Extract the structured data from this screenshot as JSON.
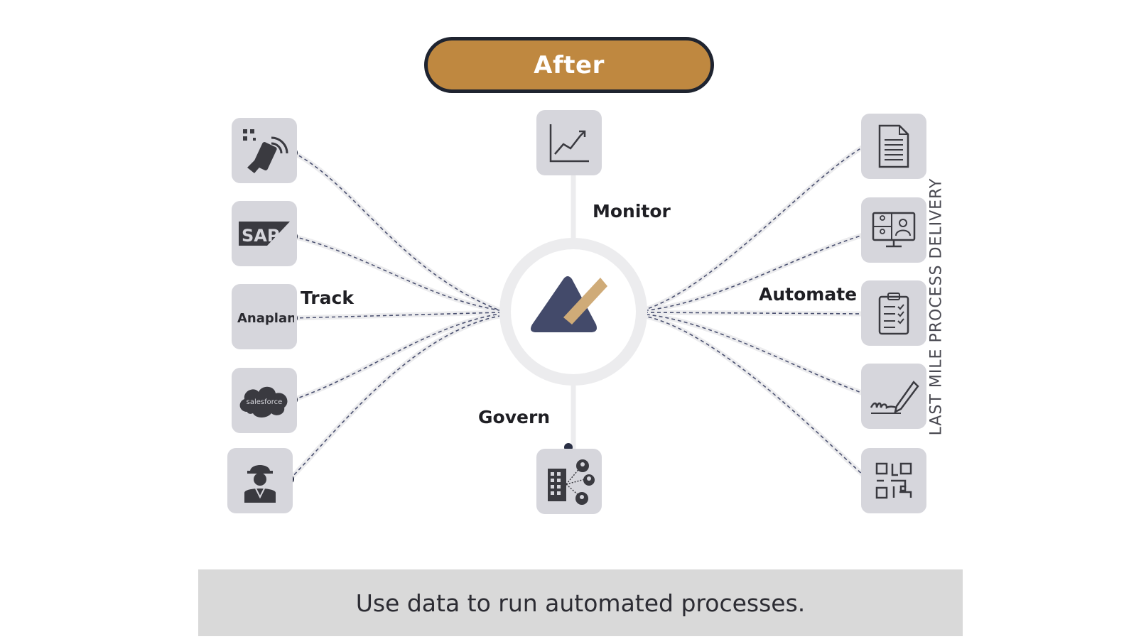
{
  "header": {
    "title": "After"
  },
  "labels": {
    "monitor": "Monitor",
    "track": "Track",
    "automate": "Automate",
    "govern": "Govern",
    "side": "LAST MILE PROCESS DELIVERY"
  },
  "left_tiles": [
    {
      "icon": "qr-tap-phone-icon"
    },
    {
      "icon": "sap-logo",
      "text": "SAP"
    },
    {
      "icon": "anaplan-logo",
      "text": "Anaplan"
    },
    {
      "icon": "salesforce-logo",
      "text": "salesforce"
    },
    {
      "icon": "field-worker-icon"
    }
  ],
  "right_tiles": [
    {
      "icon": "document-icon"
    },
    {
      "icon": "video-conference-icon"
    },
    {
      "icon": "checklist-clipboard-icon"
    },
    {
      "icon": "signature-icon"
    },
    {
      "icon": "qr-code-icon"
    }
  ],
  "top_tile": {
    "icon": "line-chart-icon"
  },
  "bottom_tile": {
    "icon": "org-network-icon"
  },
  "hub": {
    "icon": "brand-logo-icon"
  },
  "caption": {
    "text": "Use data to run automated processes."
  },
  "colors": {
    "accent": "#bf8840",
    "navy": "#434a6a",
    "tile": "#d6d6dc",
    "caption_bg": "#d9d9d9"
  }
}
